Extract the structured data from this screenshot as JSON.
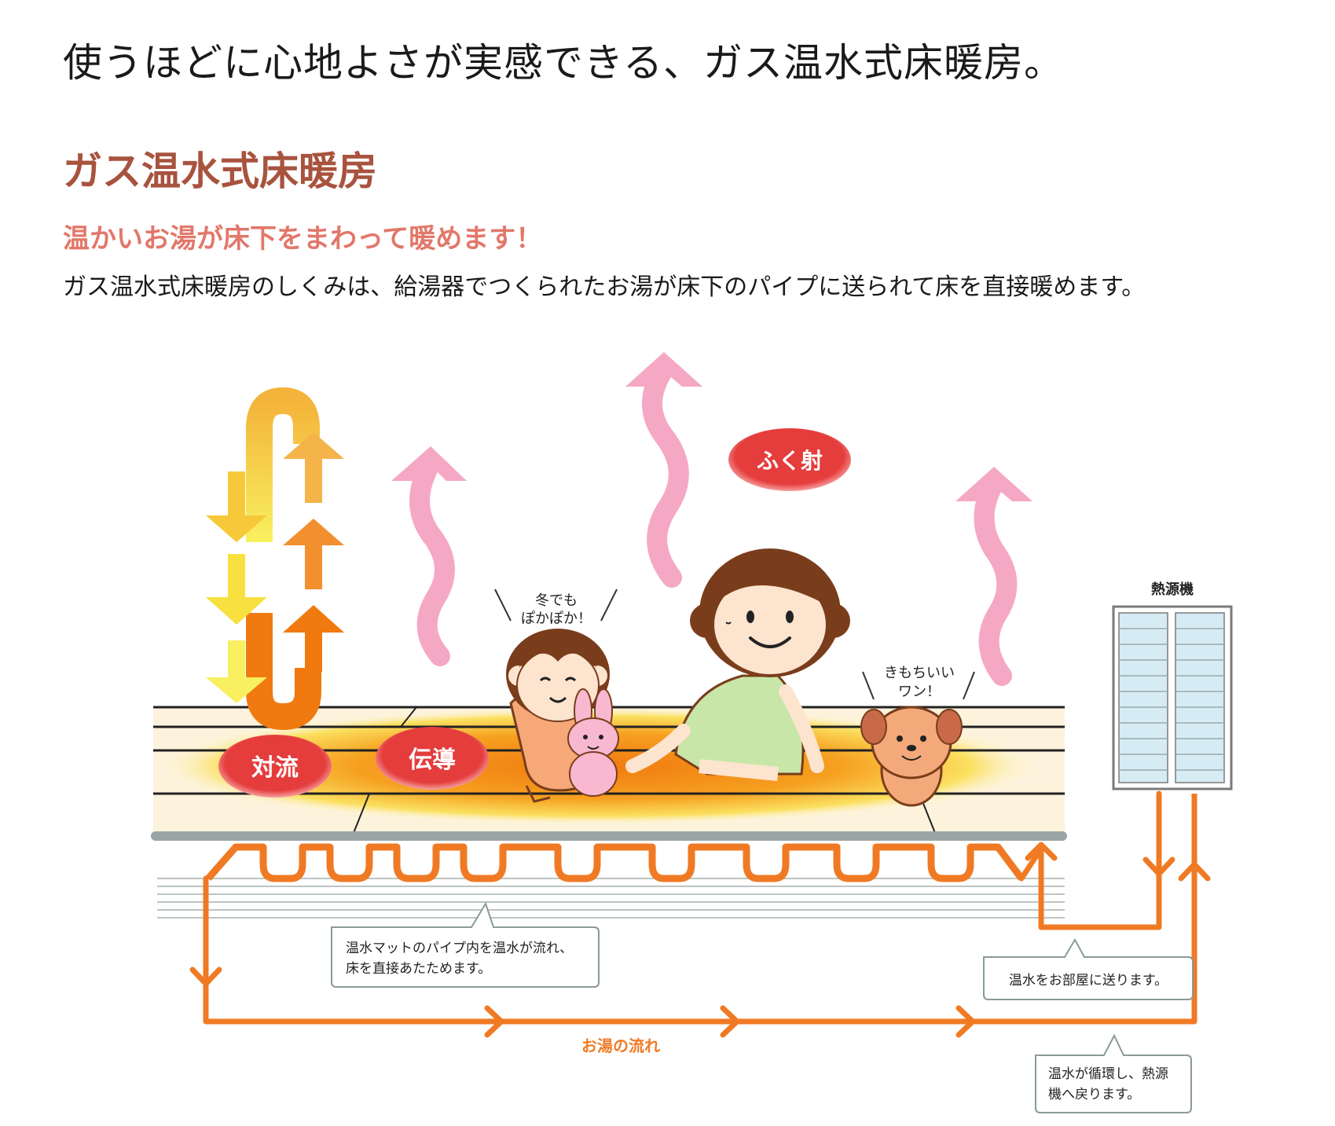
{
  "headline": "使うほどに心地よさが実感できる、ガス温水式床暖房。",
  "section_title": "ガス温水式床暖房",
  "subtitle": "温かいお湯が床下をまわって暖めます！",
  "description": "ガス温水式床暖房のしくみは、給湯器でつくられたお湯が床下のパイプに送られて床を直接暖めます。",
  "diagram": {
    "labels": {
      "convection": "対流",
      "conduction": "伝導",
      "radiation": "ふく射",
      "heat_source": "熱源機",
      "water_flow": "お湯の流れ"
    },
    "speech": {
      "girl_line1": "冬でも",
      "girl_line2": "ぽかぽか！",
      "dog_line1": "きもちいい",
      "dog_line2": "ワン！"
    },
    "callouts": {
      "mat_line1": "温水マットのパイプ内を温水が流れ、",
      "mat_line2": "床を直接あたためます。",
      "send": "温水をお部屋に送ります。",
      "return_line1": "温水が循環し、熱源",
      "return_line2": "機へ戻ります。"
    },
    "colors": {
      "pipe": "#f07a24",
      "badge": "#e53c3c",
      "pink_arrow": "#f5a8c4",
      "title": "#a8533e",
      "subtitle": "#e2776a"
    }
  }
}
